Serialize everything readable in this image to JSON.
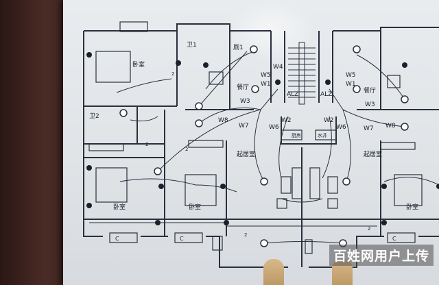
{
  "rooms": {
    "bedroom": "卧室",
    "bathroom_1": "卫1",
    "bathroom_2": "卫2",
    "toilet": "厕1",
    "restaurant": "餐厅",
    "living_room": "起居室",
    "kitchen": "厨房",
    "water_well": "水井"
  },
  "circuits": {
    "w1": "W1",
    "w2": "W2",
    "w3": "W3",
    "w4": "W4",
    "w5": "W5",
    "w6": "W6",
    "w7": "W7",
    "w8": "W8"
  },
  "panel": "ALZ",
  "window_code": "C",
  "wire_count": "2",
  "watermark": "百姓网用户上传"
}
